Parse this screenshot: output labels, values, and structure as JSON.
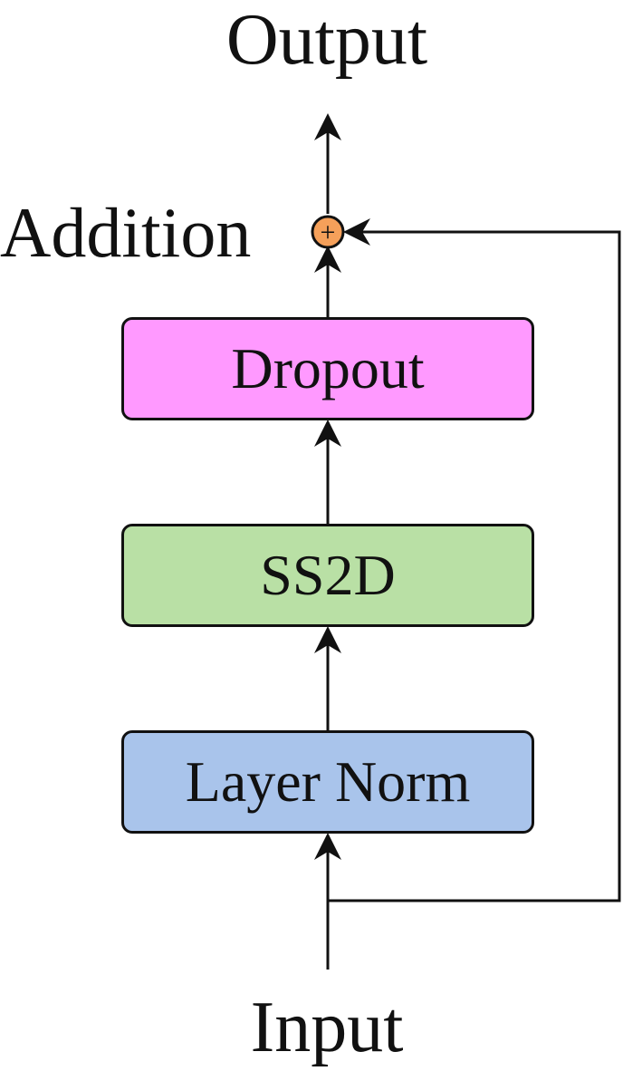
{
  "diagram": {
    "output_label": "Output",
    "addition_label": "Addition",
    "input_label": "Input",
    "blocks": [
      {
        "label": "Dropout",
        "color": "#ff99ff"
      },
      {
        "label": "SS2D",
        "color": "#b9e0a5"
      },
      {
        "label": "Layer Norm",
        "color": "#a9c4eb"
      }
    ],
    "addition_symbol": "+",
    "addition_node_color": "#f5a05a",
    "line_color": "#111111"
  }
}
